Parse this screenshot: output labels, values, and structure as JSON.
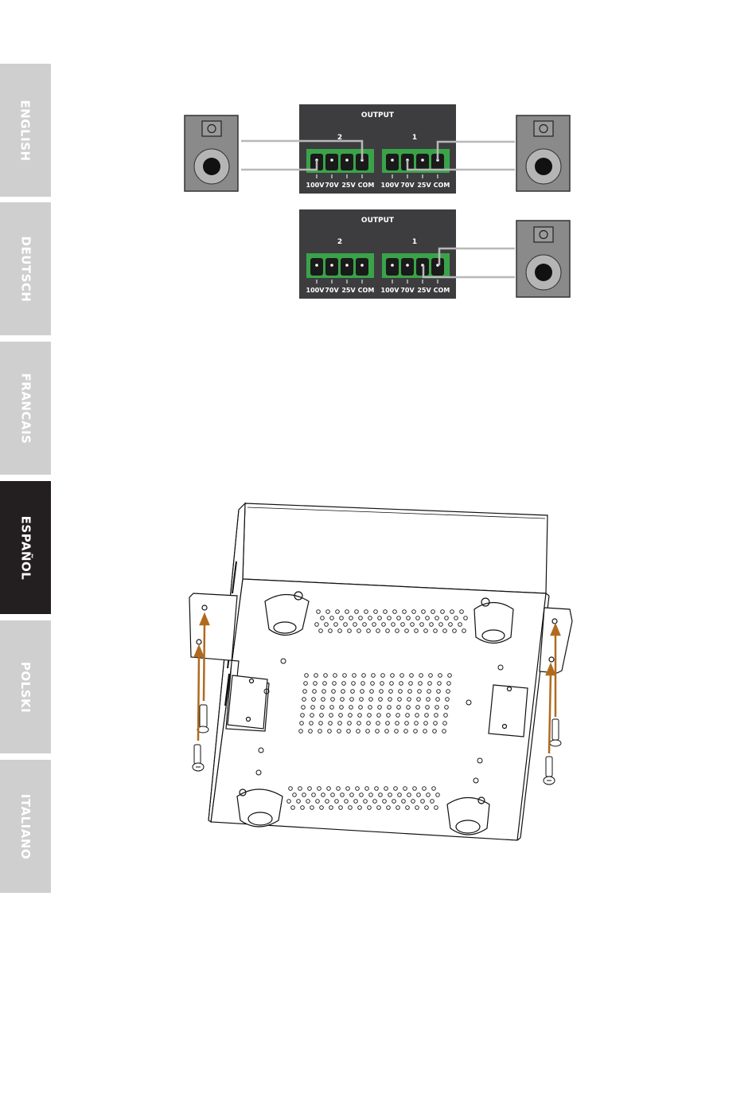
{
  "language_tabs": [
    {
      "label": "ENGLISH",
      "active": false
    },
    {
      "label": "DEUTSCH",
      "active": false
    },
    {
      "label": "FRANCAIS",
      "active": false
    },
    {
      "label": "ESPAÑOL",
      "active": true
    },
    {
      "label": "POLSKI",
      "active": false
    },
    {
      "label": "ITALIANO",
      "active": false
    }
  ],
  "panel_a": {
    "title": "OUTPUT",
    "channel_2": "2",
    "channel_1": "1",
    "terminals": [
      "100V",
      "70V",
      "25V",
      "COM",
      "100V",
      "70V",
      "25V",
      "COM"
    ]
  },
  "panel_b": {
    "title": "OUTPUT",
    "channel_2": "2",
    "channel_1": "1",
    "terminals": [
      "100V",
      "70V",
      "25V",
      "COM",
      "100V",
      "70V",
      "25V",
      "COM"
    ]
  },
  "colors": {
    "panel": "#3d3d3f",
    "terminal_green": "#3aa34a",
    "tab_inactive": "#cfcfcf",
    "tab_active": "#231f20",
    "arrow": "#b06a1f"
  }
}
